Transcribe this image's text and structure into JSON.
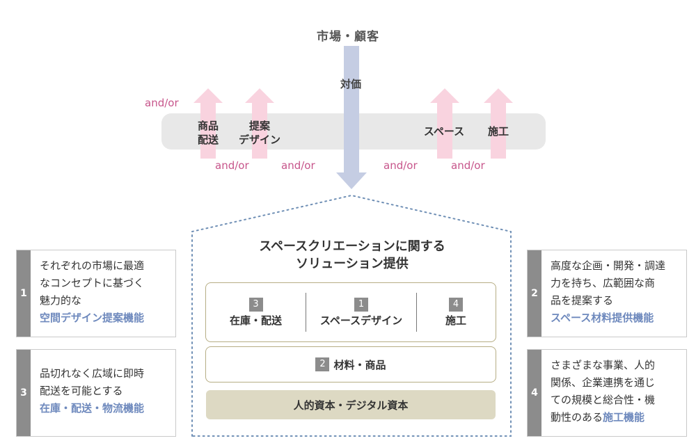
{
  "top": {
    "market": "市場・顧客",
    "price": "対価"
  },
  "arrows": {
    "andor_label": "and/or",
    "product_delivery": [
      "商品",
      "配送"
    ],
    "proposal_design": [
      "提案",
      "デザイン"
    ],
    "space": "スペース",
    "construction": "施工"
  },
  "house": {
    "title_line1": "スペースクリエーションに関する",
    "title_line2": "ソリューション提供",
    "cells": [
      {
        "num": "3",
        "label": "在庫・配送"
      },
      {
        "num": "1",
        "label": "スペースデザイン"
      },
      {
        "num": "4",
        "label": "施工"
      }
    ],
    "materials": {
      "num": "2",
      "label": "材料・商品"
    },
    "base": "人的資本・デジタル資本"
  },
  "boxes": {
    "box1": {
      "num": "1",
      "lines": [
        "それぞれの市場に最適",
        "なコンセプトに基づく",
        "魅力的な"
      ],
      "highlight": "空間デザイン提案機能"
    },
    "box3": {
      "num": "3",
      "lines": [
        "品切れなく広域に即時",
        "配送を可能とする"
      ],
      "highlight": "在庫・配送・物流機能"
    },
    "box2": {
      "num": "2",
      "lines": [
        "高度な企画・開発・調達",
        "力を持ち、広範囲な商",
        "品を提案する"
      ],
      "highlight": "スペース材料提供機能"
    },
    "box4": {
      "num": "4",
      "lines": [
        "さまざまな事業、人的",
        "関係、企業連携を通じ",
        "ての規模と総合性・機"
      ],
      "last_prefix": "動性のある",
      "highlight": "施工機能"
    }
  },
  "colors": {
    "blue_arrow": "#c5cde3",
    "pink_arrow": "#f9d3df",
    "andor": "#c7558b",
    "highlight": "#6e89bd",
    "gray_band": "#e8e8e8",
    "olive": "#ddd9c3",
    "number_tab": "#8c8c8c",
    "dotted_border": "#6f8fb5"
  }
}
